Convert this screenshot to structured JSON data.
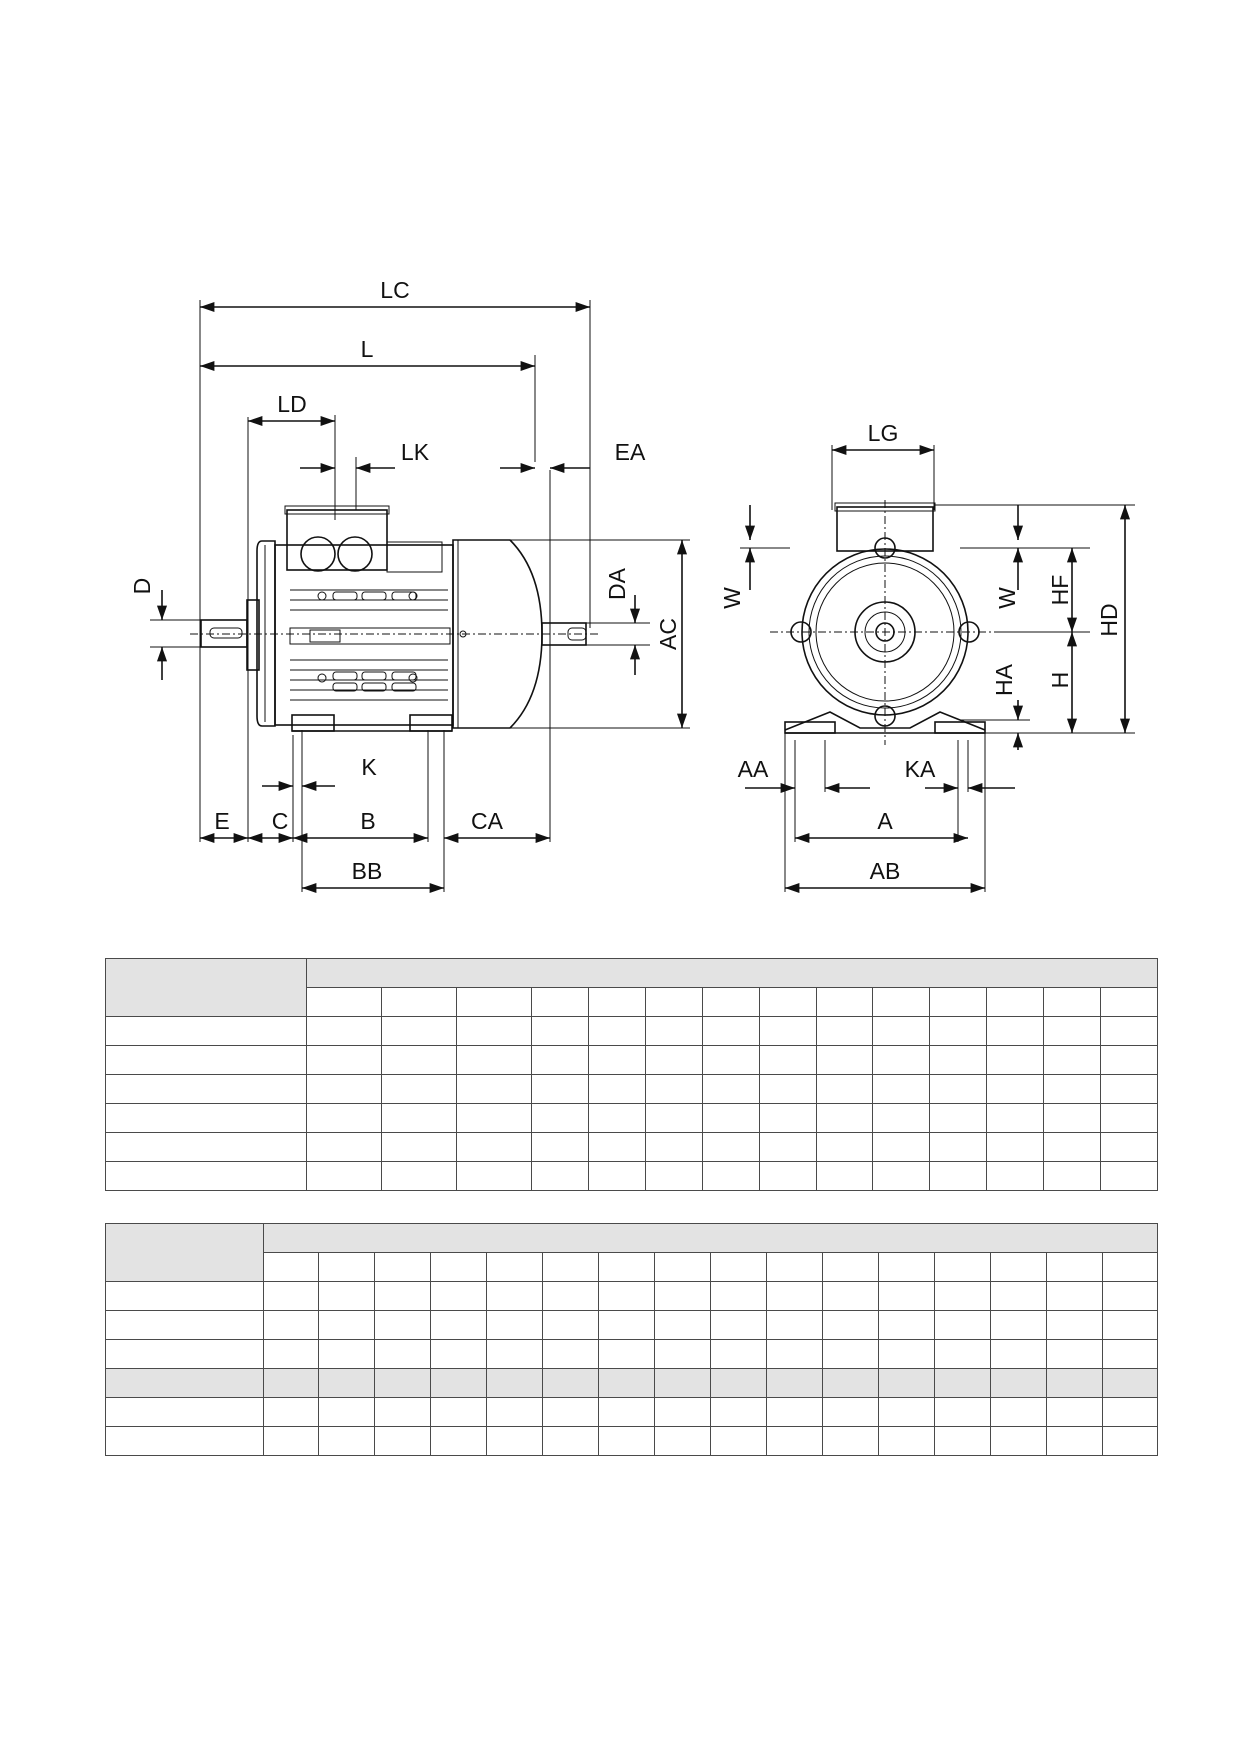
{
  "dimension_labels": {
    "LC": "LC",
    "L": "L",
    "LD": "LD",
    "LK": "LK",
    "EA": "EA",
    "D": "D",
    "DA": "DA",
    "AC": "AC",
    "K": "K",
    "E": "E",
    "C": "C",
    "B": "B",
    "CA": "CA",
    "BB": "BB",
    "LG": "LG",
    "W_left": "W",
    "W_right": "W",
    "HF": "HF",
    "HD": "HD",
    "HA": "HA",
    "H": "H",
    "AA": "AA",
    "KA": "KA",
    "A": "A",
    "AB": "AB"
  },
  "table1": {
    "label_columns": 1,
    "data_columns": 14,
    "body_rows": 6,
    "grey_rows": []
  },
  "table2": {
    "label_columns": 1,
    "data_columns": 16,
    "body_rows": 6,
    "grey_rows": [
      3
    ]
  }
}
